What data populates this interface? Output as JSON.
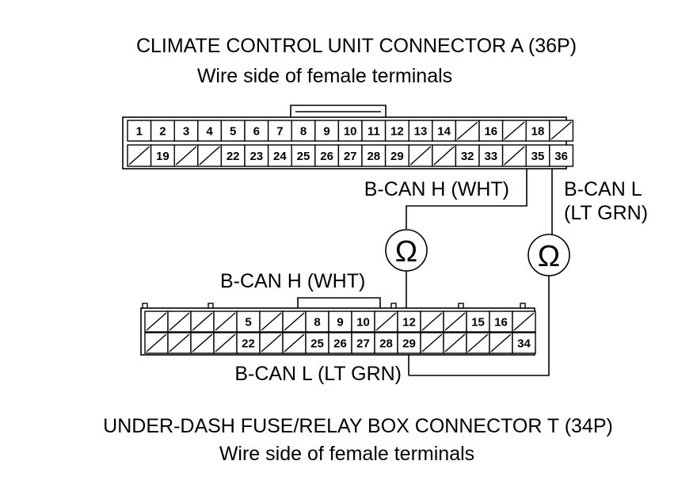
{
  "connector_a": {
    "title": "CLIMATE CONTROL UNIT CONNECTOR A (36P)",
    "subtitle": "Wire side of female terminals",
    "row1": [
      "1",
      "2",
      "3",
      "4",
      "5",
      "6",
      "7",
      "8",
      "9",
      "10",
      "11",
      "12",
      "13",
      "14",
      "",
      "16",
      "",
      "18",
      ""
    ],
    "row2": [
      "",
      "19",
      "",
      "",
      "22",
      "23",
      "24",
      "25",
      "26",
      "27",
      "28",
      "29",
      "",
      "",
      "32",
      "33",
      "",
      "35",
      "36"
    ]
  },
  "connector_t": {
    "title": "UNDER-DASH FUSE/RELAY BOX CONNECTOR T (34P)",
    "subtitle": "Wire side of female terminals",
    "row1": [
      "",
      "",
      "",
      "",
      "5",
      "",
      "",
      "8",
      "9",
      "10",
      "",
      "12",
      "",
      "",
      "15",
      "16",
      ""
    ],
    "row2": [
      "",
      "",
      "",
      "",
      "22",
      "",
      "",
      "25",
      "26",
      "27",
      "28",
      "29",
      "",
      "",
      "",
      "",
      "34"
    ]
  },
  "labels": {
    "bcan_h_a": "B-CAN H (WHT)",
    "bcan_l_a_line1": "B-CAN L",
    "bcan_l_a_line2": "(LT GRN)",
    "bcan_h_t": "B-CAN H (WHT)",
    "bcan_l_t": "B-CAN L (LT GRN)",
    "ohm": "Ω"
  }
}
